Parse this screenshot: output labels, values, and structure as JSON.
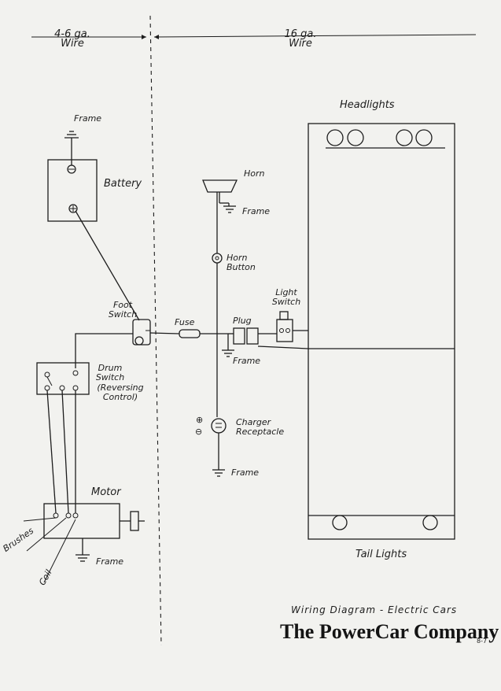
{
  "labels": {
    "wire_heavy": "4-6 ga. Wire",
    "wire_light": "16 ga. Wire",
    "frame": "Frame",
    "battery": "Battery",
    "horn": "Horn",
    "horn_button": "Horn Button",
    "foot_switch": "Foot Switch",
    "fuse": "Fuse",
    "plug": "Plug",
    "light_switch": "Light Switch",
    "drum_switch": "Drum Switch",
    "reversing_control": "(Reversing Control)",
    "charger_receptacle": "Charger Receptacle",
    "plus": "⊕",
    "minus": "⊖",
    "motor": "Motor",
    "brushes": "Brushes",
    "coil": "Coil",
    "headlights": "Headlights",
    "tail_lights": "Tail Lights"
  },
  "footer": {
    "title": "Wiring Diagram - Electric Cars",
    "company": "The PowerCar Company",
    "page": "8-7"
  }
}
